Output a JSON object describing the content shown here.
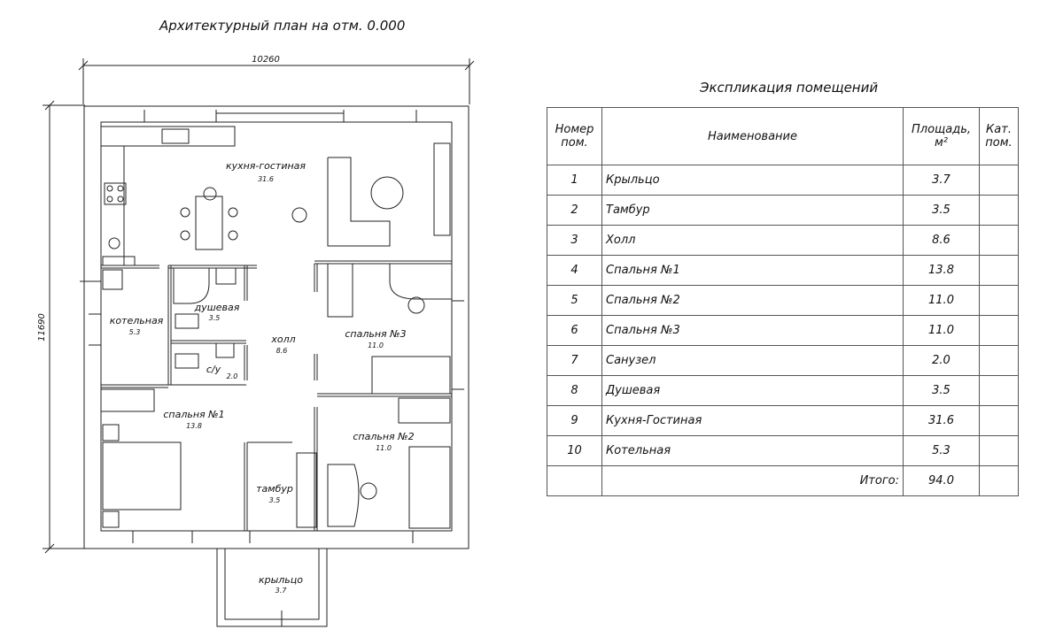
{
  "plan": {
    "title": "Архитектурный план на отм. 0.000",
    "dim_width": "10260",
    "dim_height": "11690",
    "rooms": [
      {
        "name": "кухня-гостиная",
        "area": "31.6"
      },
      {
        "name": "котельная",
        "area": "5.3"
      },
      {
        "name": "душевая",
        "area": "3.5"
      },
      {
        "name": "холл",
        "area": "8.6"
      },
      {
        "name": "спальня №3",
        "area": "11.0"
      },
      {
        "name": "с/у",
        "area": "2.0"
      },
      {
        "name": "спальня №1",
        "area": "13.8"
      },
      {
        "name": "спальня №2",
        "area": "11.0"
      },
      {
        "name": "тамбур",
        "area": "3.5"
      },
      {
        "name": "крыльцо",
        "area": "3.7"
      }
    ]
  },
  "explication": {
    "title": "Экспликация помещений",
    "headers": {
      "number": "Номер пом.",
      "name": "Наименование",
      "area": "Площадь, м²",
      "category": "Кат. пом."
    },
    "rows": [
      {
        "num": "1",
        "name": "Крыльцо",
        "area": "3.7"
      },
      {
        "num": "2",
        "name": "Тамбур",
        "area": "3.5"
      },
      {
        "num": "3",
        "name": "Холл",
        "area": "8.6"
      },
      {
        "num": "4",
        "name": "Спальня №1",
        "area": "13.8"
      },
      {
        "num": "5",
        "name": "Спальня №2",
        "area": "11.0"
      },
      {
        "num": "6",
        "name": "Спальня №3",
        "area": "11.0"
      },
      {
        "num": "7",
        "name": "Санузел",
        "area": "2.0"
      },
      {
        "num": "8",
        "name": "Душевая",
        "area": "3.5"
      },
      {
        "num": "9",
        "name": "Кухня-Гостиная",
        "area": "31.6"
      },
      {
        "num": "10",
        "name": "Котельная",
        "area": "5.3"
      }
    ],
    "total_label": "Итого:",
    "total_value": "94.0"
  }
}
